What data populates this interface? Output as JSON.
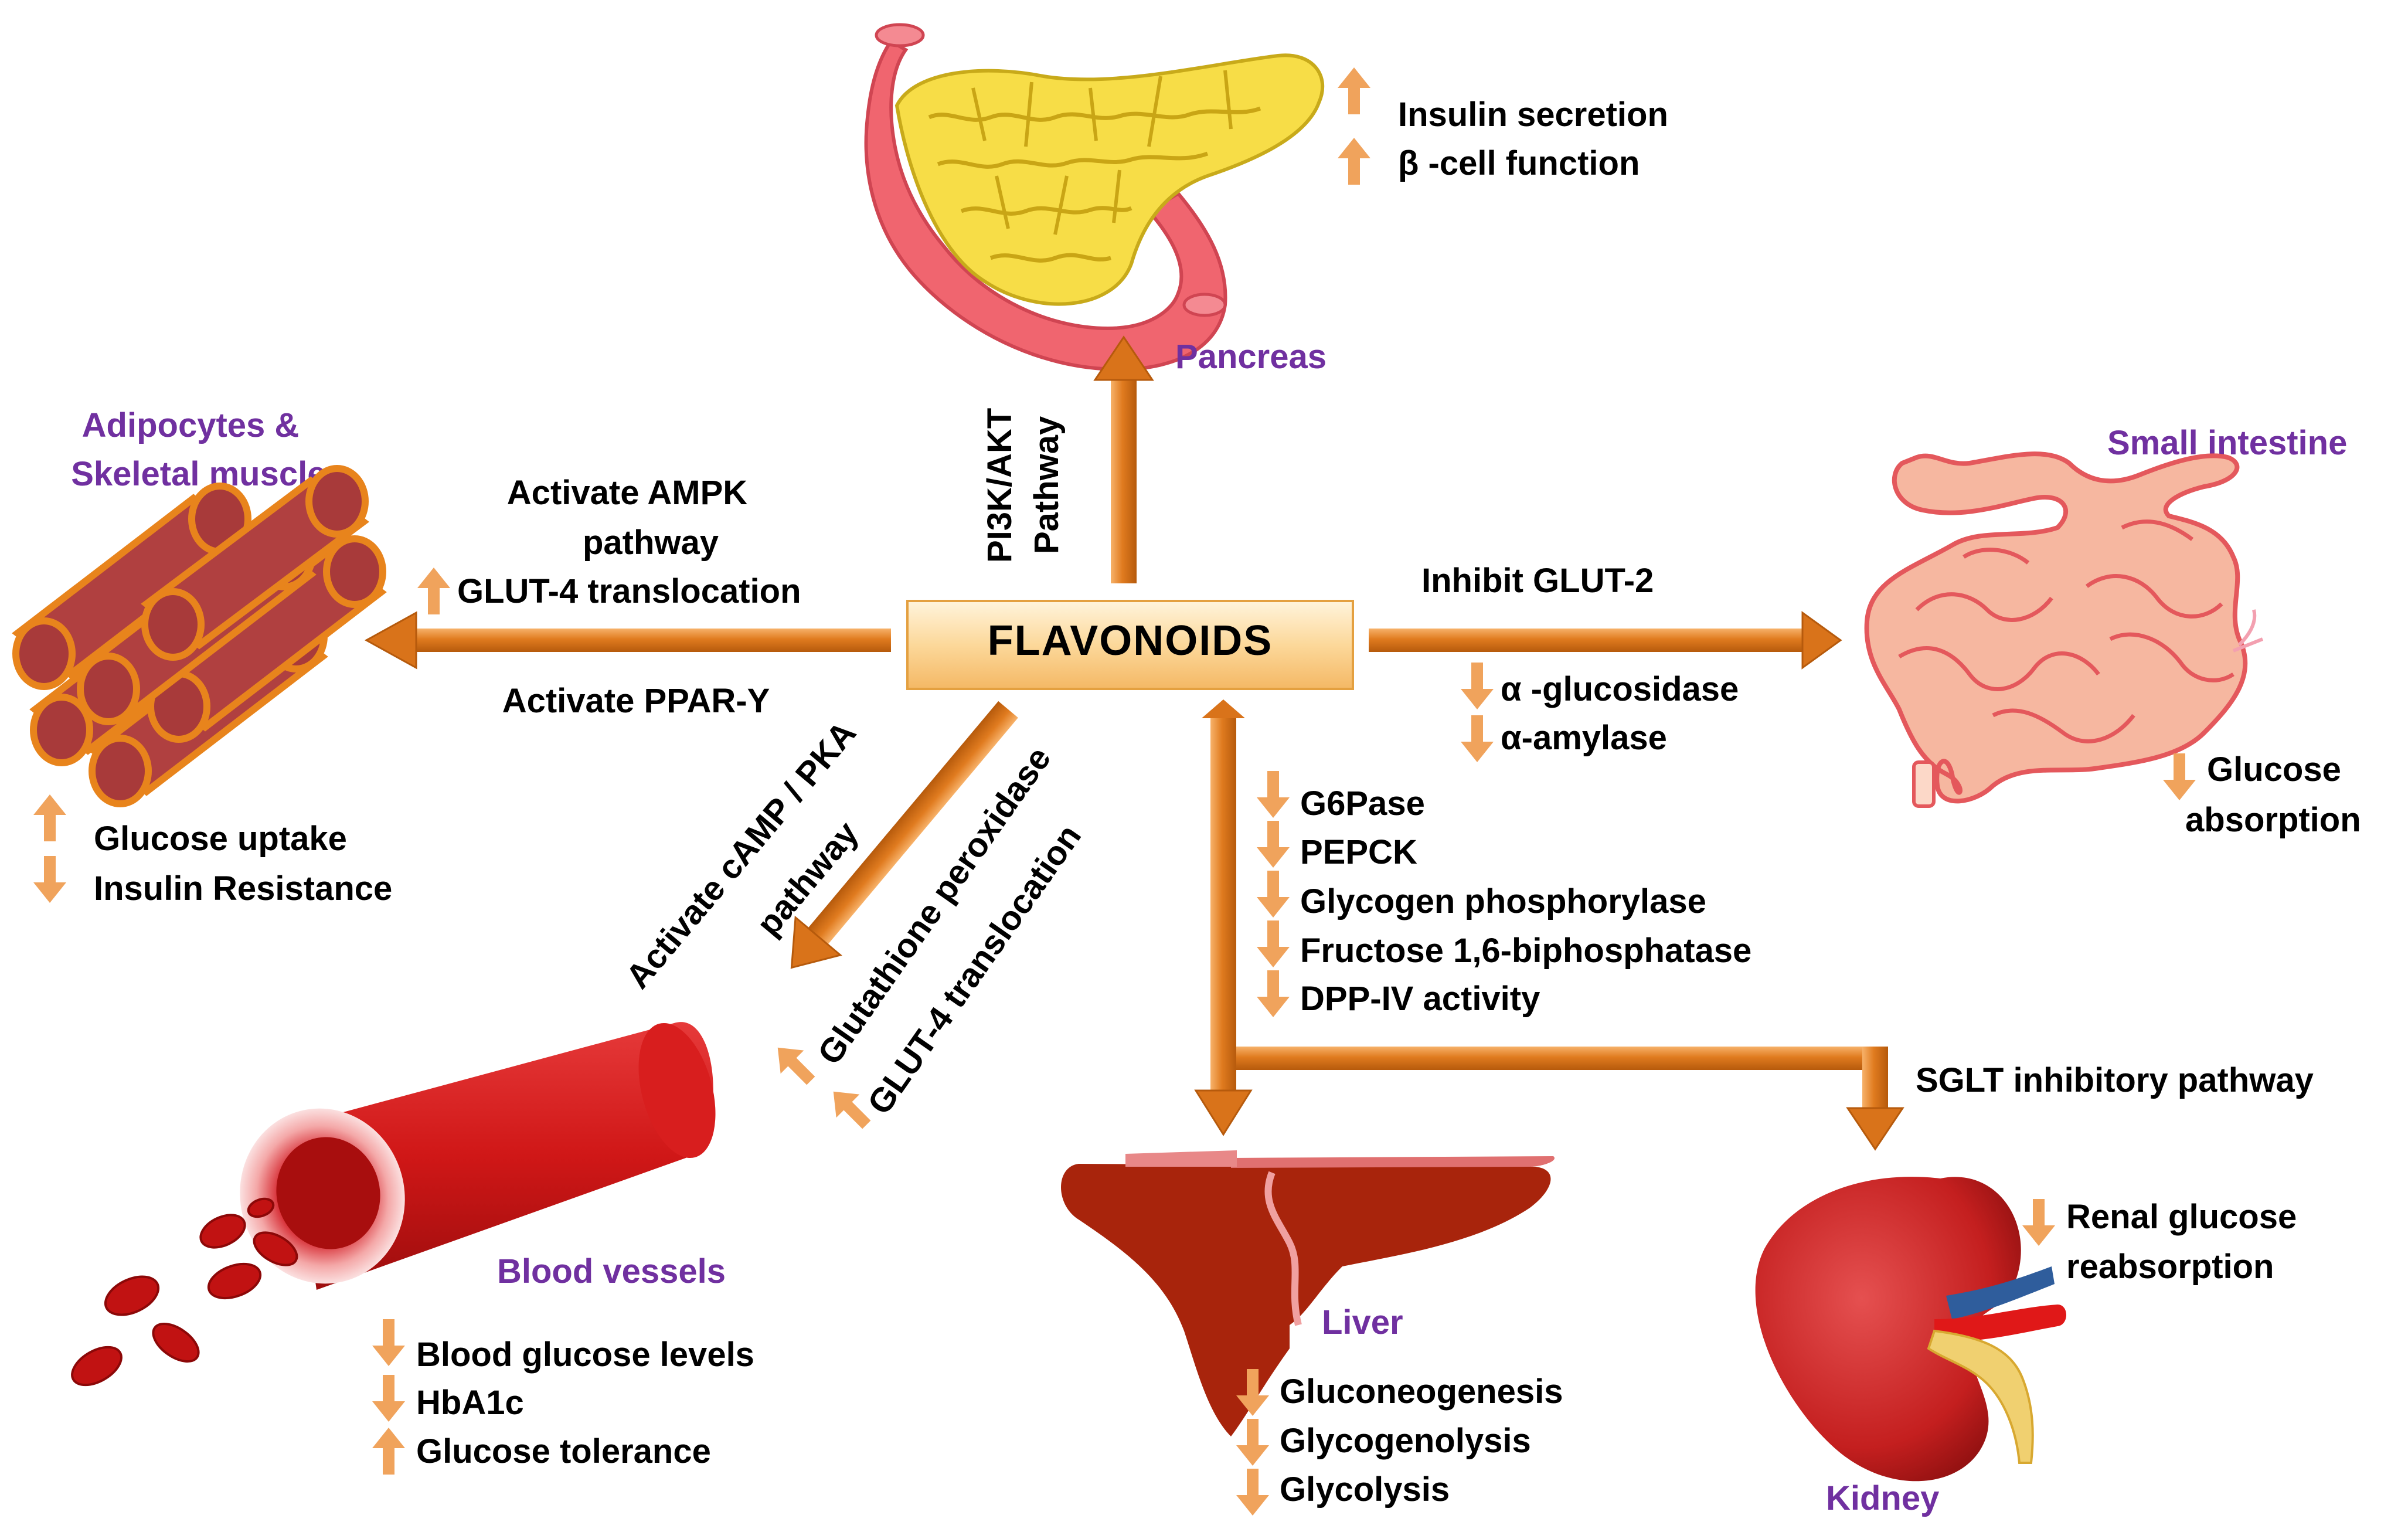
{
  "center": "FLAVONOIDS",
  "colors": {
    "arrow": "#d9731a",
    "small_arrow": "#f0a35c",
    "organ_label": "#7030a0",
    "center_box": "#fcd89a"
  },
  "pancreas": {
    "label": "Pancreas",
    "pathway": [
      "PI3K/AKT",
      "Pathway"
    ],
    "effects": [
      {
        "dir": "up",
        "text": "Insulin secretion"
      },
      {
        "dir": "up",
        "text": "β -cell function"
      }
    ]
  },
  "adipocytes": {
    "label": [
      "Adipocytes &",
      "Skeletal muscles"
    ],
    "pathway_top": [
      "Activate AMPK",
      "pathway"
    ],
    "pathway_glut": {
      "dir": "up",
      "text": "GLUT-4 translocation"
    },
    "pathway_bottom": "Activate PPAR-Y",
    "effects": [
      {
        "dir": "up",
        "text": "Glucose uptake"
      },
      {
        "dir": "down",
        "text": "Insulin Resistance"
      }
    ]
  },
  "intestine": {
    "label": "Small intestine",
    "pathway": "Inhibit GLUT-2",
    "enzymes": [
      {
        "dir": "down",
        "text": "α -glucosidase"
      },
      {
        "dir": "down",
        "text": "α-amylase"
      }
    ],
    "effect": {
      "dir": "down",
      "text": [
        "Glucose",
        "absorption"
      ]
    }
  },
  "blood": {
    "label": "Blood vessels",
    "pathway": [
      "Activate cAMP / PKA",
      "pathway"
    ],
    "pathway2": [
      {
        "dir": "up",
        "text": "Glutathione peroxidase"
      },
      {
        "dir": "up",
        "text": "GLUT-4 translocation"
      }
    ],
    "effects": [
      {
        "dir": "down",
        "text": "Blood glucose levels"
      },
      {
        "dir": "down",
        "text": "HbA1c"
      },
      {
        "dir": "up",
        "text": "Glucose tolerance"
      }
    ]
  },
  "liver": {
    "label": "Liver",
    "enzymes": [
      {
        "dir": "down",
        "text": "G6Pase"
      },
      {
        "dir": "down",
        "text": "PEPCK"
      },
      {
        "dir": "down",
        "text": "Glycogen phosphorylase"
      },
      {
        "dir": "down",
        "text": "Fructose 1,6-biphosphatase"
      },
      {
        "dir": "down",
        "text": "DPP-IV activity"
      }
    ],
    "effects": [
      {
        "dir": "down",
        "text": "Gluconeogenesis"
      },
      {
        "dir": "down",
        "text": "Glycogenolysis"
      },
      {
        "dir": "down",
        "text": "Glycolysis"
      }
    ]
  },
  "kidney": {
    "label": "Kidney",
    "pathway": "SGLT inhibitory pathway",
    "effect": {
      "dir": "down",
      "text": [
        "Renal glucose",
        "reabsorption"
      ]
    }
  }
}
